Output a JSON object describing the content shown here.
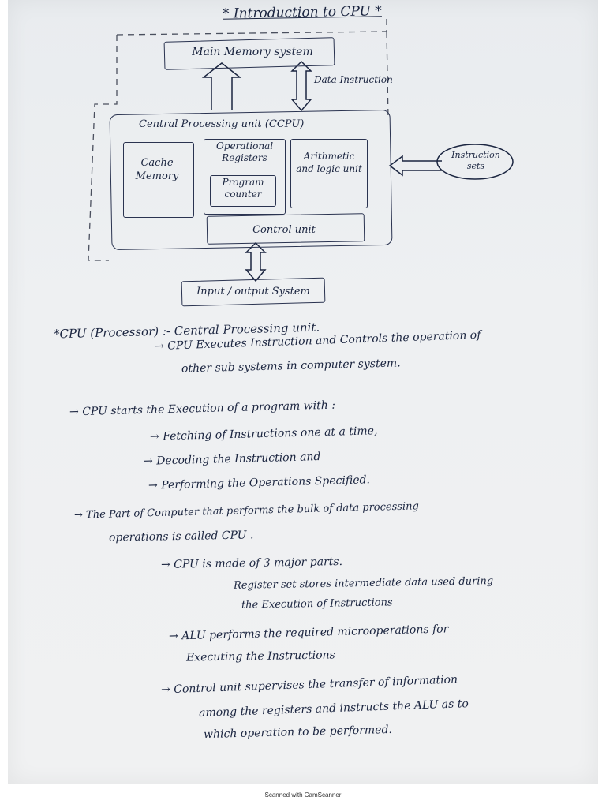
{
  "title": "* Introduction to CPU *",
  "diagram": {
    "main_memory": "Main Memory system",
    "data_instruction": "Data Instruction",
    "cpu_label": "Central Processing unit (CCPU)",
    "cache_memory": "Cache Memory",
    "operational_registers": "Operational Registers",
    "program_counter": "Program counter",
    "alu": "Arithmetic and logic unit",
    "instruction_sets": "Instruction sets",
    "control_unit": "Control unit",
    "io_system": "Input / output System"
  },
  "notes": {
    "cpu_heading": "*CPU (Processor) :- Central Processing unit.",
    "line1": "→ CPU Executes Instruction and Controls the operation of",
    "line2": "other sub systems in computer system.",
    "line3": "→ CPU starts the Execution of a program with :",
    "line4": "→ Fetching of Instructions one at a time,",
    "line5": "→ Decoding the Instruction and",
    "line6": "→ Performing the Operations Specified.",
    "line7": "→ The Part of Computer that performs the bulk of data processing",
    "line8": "operations is called CPU .",
    "line9": "→ CPU is made of 3 major parts.",
    "line10": "Register set stores intermediate data used during",
    "line11": "the Execution of Instructions",
    "line12": "→ ALU performs the required microoperations for",
    "line13": "Executing the Instructions",
    "line14": "→ Control unit supervises the transfer of information",
    "line15": "among the registers and instructs the ALU as to",
    "line16": "which operation to be performed."
  },
  "footer": "Scanned with CamScanner"
}
